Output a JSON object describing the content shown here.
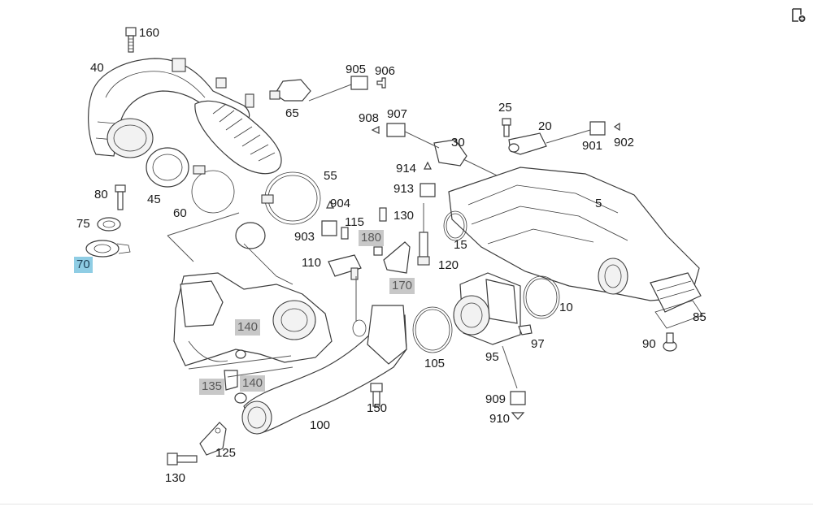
{
  "toolbar": {
    "icon": "add-to-list-icon"
  },
  "callouts": [
    {
      "id": "c160",
      "text": "160",
      "style": "normal"
    },
    {
      "id": "c40",
      "text": "40",
      "style": "normal"
    },
    {
      "id": "c905",
      "text": "905",
      "style": "normal"
    },
    {
      "id": "c906",
      "text": "906",
      "style": "normal"
    },
    {
      "id": "c65",
      "text": "65",
      "style": "normal"
    },
    {
      "id": "c908",
      "text": "908",
      "style": "normal"
    },
    {
      "id": "c907",
      "text": "907",
      "style": "normal"
    },
    {
      "id": "c25",
      "text": "25",
      "style": "normal"
    },
    {
      "id": "c20",
      "text": "20",
      "style": "normal"
    },
    {
      "id": "c901",
      "text": "901",
      "style": "normal"
    },
    {
      "id": "c902",
      "text": "902",
      "style": "normal"
    },
    {
      "id": "c30",
      "text": "30",
      "style": "normal"
    },
    {
      "id": "c914",
      "text": "914",
      "style": "normal"
    },
    {
      "id": "c913",
      "text": "913",
      "style": "normal"
    },
    {
      "id": "c55",
      "text": "55",
      "style": "normal"
    },
    {
      "id": "c5",
      "text": "5",
      "style": "normal"
    },
    {
      "id": "c80",
      "text": "80",
      "style": "normal"
    },
    {
      "id": "c45",
      "text": "45",
      "style": "normal"
    },
    {
      "id": "c60",
      "text": "60",
      "style": "normal"
    },
    {
      "id": "c904",
      "text": "904",
      "style": "normal"
    },
    {
      "id": "c75",
      "text": "75",
      "style": "normal"
    },
    {
      "id": "c903",
      "text": "903",
      "style": "normal"
    },
    {
      "id": "c115",
      "text": "115",
      "style": "normal"
    },
    {
      "id": "c130a",
      "text": "130",
      "style": "normal"
    },
    {
      "id": "c180",
      "text": "180",
      "style": "grey"
    },
    {
      "id": "c15",
      "text": "15",
      "style": "normal"
    },
    {
      "id": "c70",
      "text": "70",
      "style": "highlight"
    },
    {
      "id": "c110",
      "text": "110",
      "style": "normal"
    },
    {
      "id": "c120",
      "text": "120",
      "style": "normal"
    },
    {
      "id": "c170",
      "text": "170",
      "style": "grey"
    },
    {
      "id": "c10",
      "text": "10",
      "style": "normal"
    },
    {
      "id": "c85",
      "text": "85",
      "style": "normal"
    },
    {
      "id": "c140a",
      "text": "140",
      "style": "grey"
    },
    {
      "id": "c97",
      "text": "97",
      "style": "normal"
    },
    {
      "id": "c90",
      "text": "90",
      "style": "normal"
    },
    {
      "id": "c95",
      "text": "95",
      "style": "normal"
    },
    {
      "id": "c105",
      "text": "105",
      "style": "normal"
    },
    {
      "id": "c135",
      "text": "135",
      "style": "grey"
    },
    {
      "id": "c140b",
      "text": "140",
      "style": "grey"
    },
    {
      "id": "c909",
      "text": "909",
      "style": "normal"
    },
    {
      "id": "c150",
      "text": "150",
      "style": "normal"
    },
    {
      "id": "c910",
      "text": "910",
      "style": "normal"
    },
    {
      "id": "c100",
      "text": "100",
      "style": "normal"
    },
    {
      "id": "c125",
      "text": "125",
      "style": "normal"
    },
    {
      "id": "c130b",
      "text": "130",
      "style": "normal"
    }
  ],
  "colors": {
    "highlight_bg": "#8fcde4",
    "grey_bg": "#c8c8c8",
    "line": "#3c3c3c"
  }
}
